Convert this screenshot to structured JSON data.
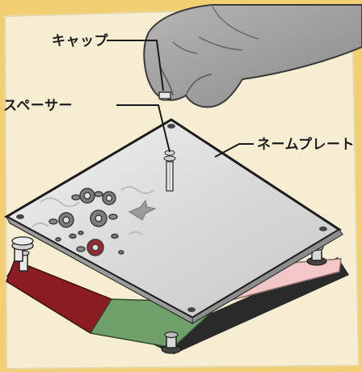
{
  "labels": {
    "cap": "キャップ",
    "spacer": "スペーサー",
    "nameplate": "ネームプレート"
  },
  "colors": {
    "background": "#f2cf73",
    "frame_light": "#f7f1dc",
    "plate_silver": "#dcdcdc",
    "plate_edge": "#2b2b2b",
    "tile_red": "#8b1d22",
    "tile_green": "#6fa06a",
    "tile_pink": "#f3c6c8",
    "glove": "#9c9c9c"
  }
}
